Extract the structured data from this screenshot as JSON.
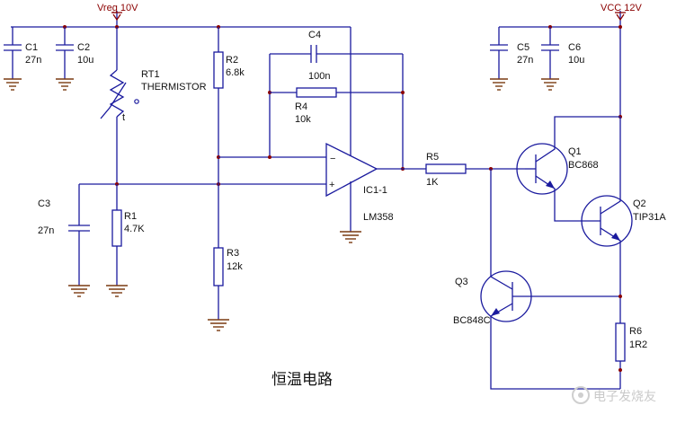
{
  "rails": {
    "vreg": "Vreg 10V",
    "vcc": "VCC 12V"
  },
  "components": {
    "c1": {
      "ref": "C1",
      "value": "27n"
    },
    "c2": {
      "ref": "C2",
      "value": "10u"
    },
    "c3": {
      "ref": "C3",
      "value": "27n"
    },
    "c4": {
      "ref": "C4",
      "value": "100n"
    },
    "c5": {
      "ref": "C5",
      "value": "27n"
    },
    "c6": {
      "ref": "C6",
      "value": "10u"
    },
    "rt1": {
      "ref": "RT1",
      "value": "THERMISTOR",
      "pin": "t"
    },
    "r1": {
      "ref": "R1",
      "value": "4.7K"
    },
    "r2": {
      "ref": "R2",
      "value": "6.8k"
    },
    "r3": {
      "ref": "R3",
      "value": "12k"
    },
    "r4": {
      "ref": "R4",
      "value": "10k"
    },
    "r5": {
      "ref": "R5",
      "value": "1K"
    },
    "r6": {
      "ref": "R6",
      "value": "1R2"
    },
    "ic1": {
      "ref": "IC1-1",
      "value": "LM358",
      "minus": "−",
      "plus": "+"
    },
    "q1": {
      "ref": "Q1",
      "value": "BC868"
    },
    "q2": {
      "ref": "Q2",
      "value": "TIP31A"
    },
    "q3": {
      "ref": "Q3",
      "value": "BC848C"
    }
  },
  "caption": "恒温电路",
  "watermark": "电子发烧友"
}
